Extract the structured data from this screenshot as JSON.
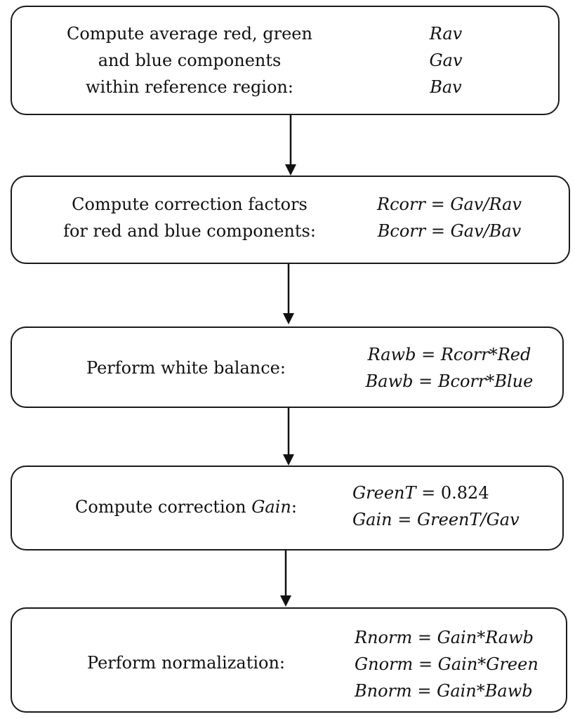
{
  "steps": [
    {
      "label_lines": [
        "Compute average red, green",
        "and blue components",
        "within reference region:"
      ],
      "equations": [
        "Rav",
        "Gav",
        "Bav"
      ]
    },
    {
      "label_lines": [
        "Compute correction factors",
        "for red and blue components:"
      ],
      "equations": [
        "Rcorr = Gav/Rav",
        "Bcorr = Gav/Bav"
      ]
    },
    {
      "label_lines": [
        "Perform white balance:"
      ],
      "equations": [
        "Rawb = Rcorr*Red",
        "Bawb = Bcorr*Blue"
      ]
    },
    {
      "label_prefix": "Compute correction ",
      "label_italic": "Gain",
      "label_suffix": ":",
      "equation_1_var": "GreenT",
      "equation_1_eq": " = ",
      "equation_1_value": "0.824",
      "equations": [
        "Gain = GreenT/Gav"
      ]
    },
    {
      "label_lines": [
        "Perform normalization:"
      ],
      "equations": [
        "Rnorm = Gain*Rawb",
        "Gnorm = Gain*Green",
        "Bnorm = Gain*Bawb"
      ]
    }
  ]
}
